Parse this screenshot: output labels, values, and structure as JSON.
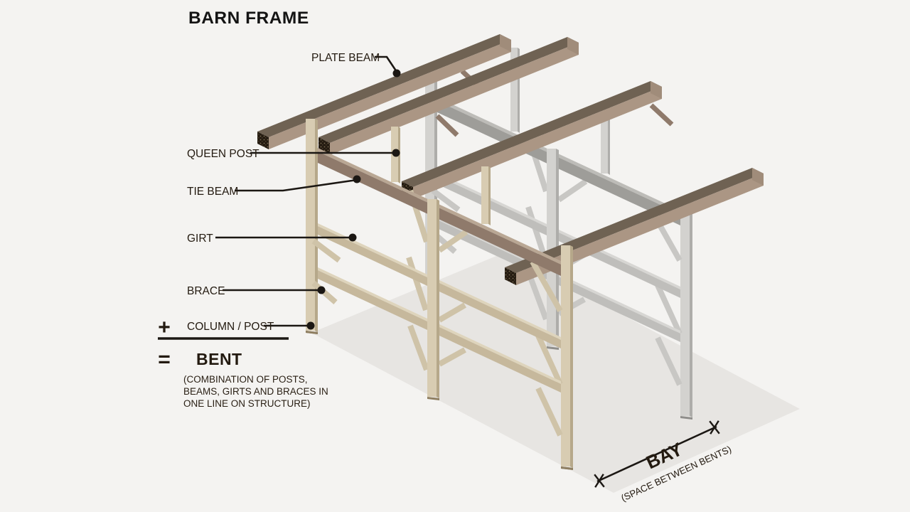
{
  "title": "BARN FRAME",
  "labels": {
    "plate_beam": "PLATE BEAM",
    "queen_post": "QUEEN POST",
    "tie_beam": "TIE BEAM",
    "girt": "GIRT",
    "brace": "BRACE",
    "column_post": "COLUMN / POST",
    "plus_sign": "+",
    "equals_sign": "=",
    "bent": "BENT",
    "bent_desc_line1": "(COMBINATION OF POSTS,",
    "bent_desc_line2": "BEAMS, GIRTS AND BRACES IN",
    "bent_desc_line3": "ONE LINE ON STRUCTURE)",
    "bay": "BAY",
    "bay_sub": "(SPACE BETWEEN BENTS)"
  },
  "colors": {
    "background": "#f4f3f1",
    "shadow": "#e7e5e2",
    "line": "#1b1713",
    "text": "#231a10",
    "desc_text": "#2a2015",
    "beam_top": "#6f6253",
    "beam_side": "#ab9684",
    "beam_end_cap": "#a08c7a",
    "beam_end": "#241b11",
    "beam_end_dot": "#7a6a50",
    "tan_post": "#d8ccb2",
    "tan_post_side": "#b6a88a",
    "tan_post_base": "#8f7f62",
    "tan_girt_top": "#ded4bc",
    "tan_girt_side": "#c6b89c",
    "tan_tie_top": "#b9a794",
    "tan_tie_side": "#8f7a6b",
    "tan_brace": "#cfc3a8",
    "gray_post": "#d3d2cf",
    "gray_post_side": "#aeadaa",
    "gray_post_base": "#8f8e8b",
    "gray_girt_top": "#d7d6d3",
    "gray_girt_side": "#bfbebb",
    "gray_tie_top": "#bdbcb8",
    "gray_tie_side": "#9e9d99",
    "gray_brace": "#c8c7c4",
    "brown_brace": "#8f7a6b"
  }
}
